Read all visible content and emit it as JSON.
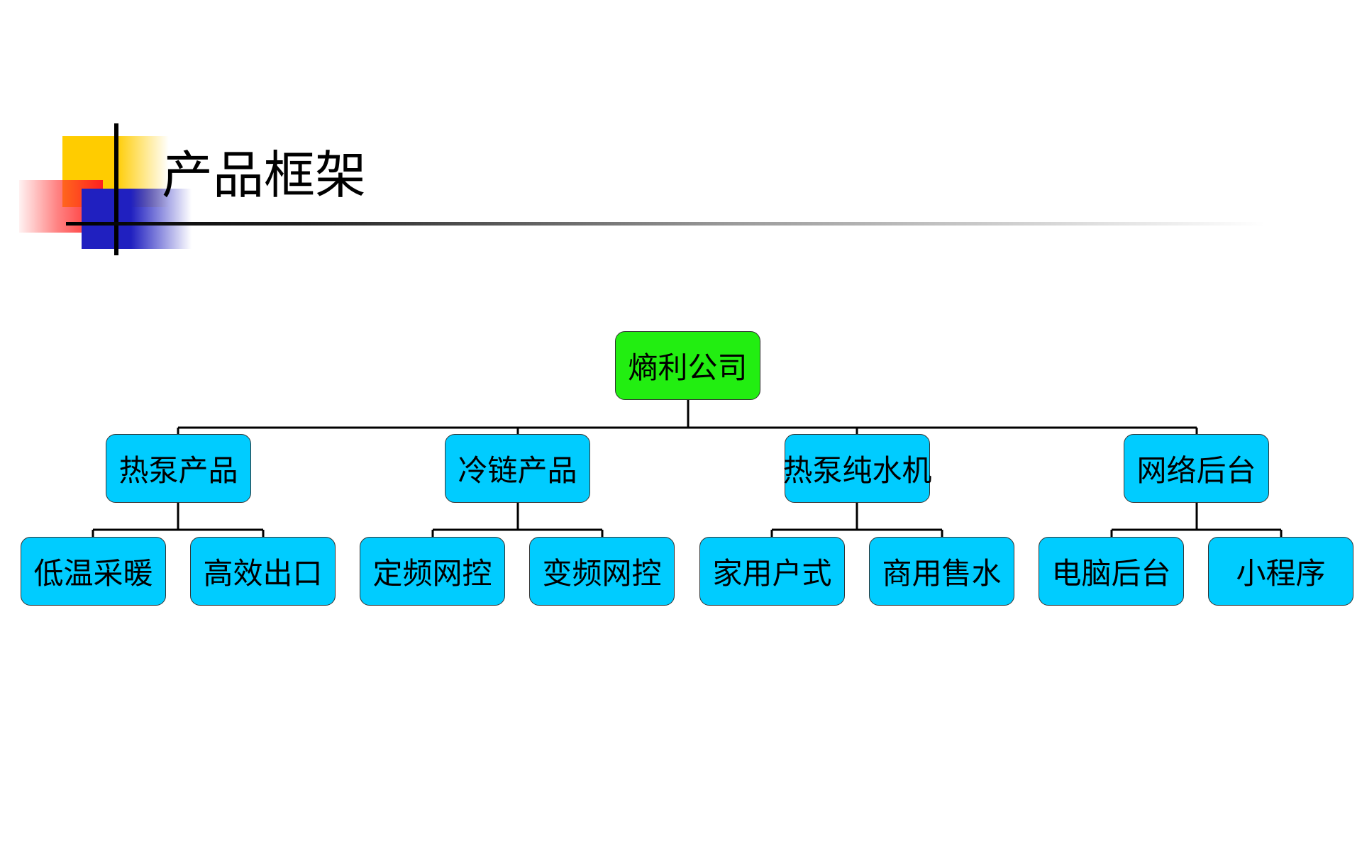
{
  "title": "产品框架",
  "colors": {
    "root": "#22ee11",
    "node": "#00ccff"
  },
  "root": "熵利公司",
  "categories": [
    {
      "label": "热泵产品",
      "children": [
        "低温采暖",
        "高效出口"
      ]
    },
    {
      "label": "冷链产品",
      "children": [
        "定频网控",
        "变频网控"
      ]
    },
    {
      "label": "热泵纯水机",
      "children": [
        "家用户式",
        "商用售水"
      ]
    },
    {
      "label": "网络后台",
      "children": [
        "电脑后台",
        "小程序"
      ]
    }
  ]
}
